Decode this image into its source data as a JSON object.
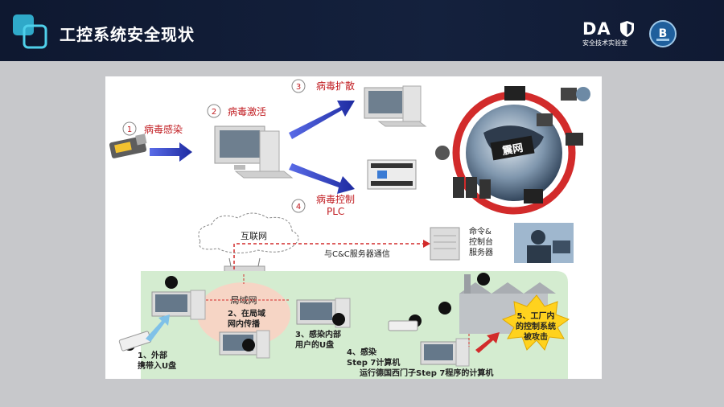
{
  "header": {
    "title": "工控系统安全现状"
  },
  "logos": {
    "dao_text": "DA",
    "dao_sub": "安全技术实验室"
  },
  "diagram": {
    "steps": [
      {
        "num": "1",
        "label": "病毒感染"
      },
      {
        "num": "2",
        "label": "病毒激活"
      },
      {
        "num": "3",
        "label": "病毒扩散"
      },
      {
        "num": "4",
        "label": "病毒控制",
        "label2": "PLC"
      }
    ],
    "globe_label": "震网",
    "internet_label": "互联网",
    "cc_comm_label": "与C&C服务器通信",
    "cc_server_label_1": "命令&",
    "cc_server_label_2": "控制台",
    "cc_server_label_3": "服务器",
    "lan_label": "局域网",
    "lan_spread_1": "2、在局域",
    "lan_spread_2": "网内传播",
    "usb_carry_1": "1、外部",
    "usb_carry_2": "携带入U盘",
    "usb_infect_1": "3、感染内部",
    "usb_infect_2": "用户的U盘",
    "step7_1": "4、感染",
    "step7_2": "Step 7计算机",
    "factory_1": "5、工厂内",
    "factory_2": "的控制系统",
    "factory_3": "被攻击",
    "bottom_caption": "运行德国西门子Step 7程序的计算机"
  },
  "colors": {
    "header_bg": "#14213d",
    "arrow_blue": "#2a3fb8",
    "step_red": "#c0191e",
    "lan_green": "#d4ecd0",
    "burst_yellow": "#ffd21e"
  }
}
